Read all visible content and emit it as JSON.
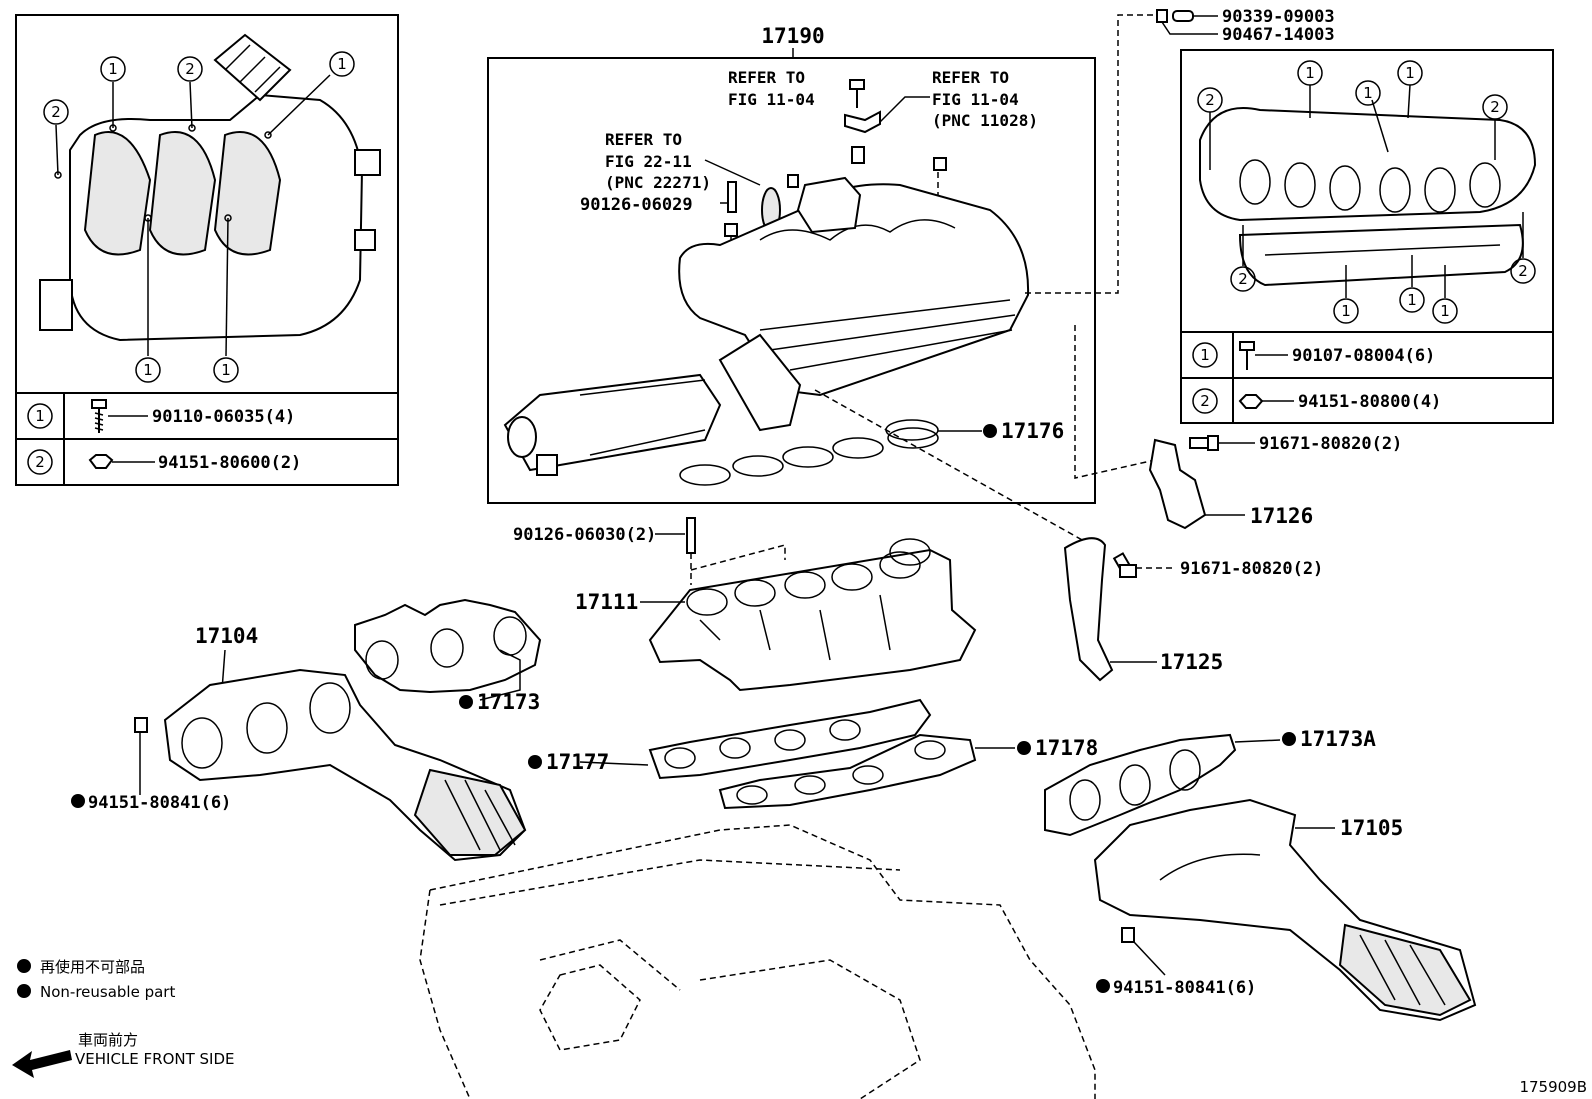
{
  "inset_left": {
    "rows": [
      {
        "marker": "1",
        "part": "90110-06035(4)"
      },
      {
        "marker": "2",
        "part": "94151-80600(2)"
      }
    ]
  },
  "inset_right": {
    "rows": [
      {
        "marker": "1",
        "part": "90107-08004(6)"
      },
      {
        "marker": "2",
        "part": "94151-80800(4)"
      }
    ]
  },
  "callout_markers": {
    "one": "1",
    "two": "2"
  },
  "box_17190": {
    "label": "17190",
    "refer_a": [
      "REFER TO",
      "FIG 11-04"
    ],
    "refer_b": [
      "REFER TO",
      "FIG 11-04",
      "(PNC 11028)"
    ],
    "refer_c": [
      "REFER TO",
      "FIG 22-11",
      "(PNC 22271)"
    ],
    "p_90126_06029": "90126-06029",
    "p_17176": "17176"
  },
  "top_right_parts": [
    "90339-09003",
    "90467-14003"
  ],
  "parts": {
    "p_91671_a": "91671-80820(2)",
    "p_17126": "17126",
    "p_91671_b": "91671-80820(2)",
    "p_17125": "17125",
    "p_90126_06030": "90126-06030(2)",
    "p_17111": "17111",
    "p_17104": "17104",
    "p_17173": "17173",
    "p_94151_left": "94151-80841(6)",
    "p_17177": "17177",
    "p_17178": "17178",
    "p_17173a": "17173A",
    "p_17105": "17105",
    "p_94151_right": "94151-80841(6)"
  },
  "legend": {
    "jp": "再使用不可部品",
    "en": "Non-reusable part"
  },
  "front": {
    "jp": "車両前方",
    "en": "VEHICLE FRONT SIDE"
  },
  "figure_id": "175909B"
}
